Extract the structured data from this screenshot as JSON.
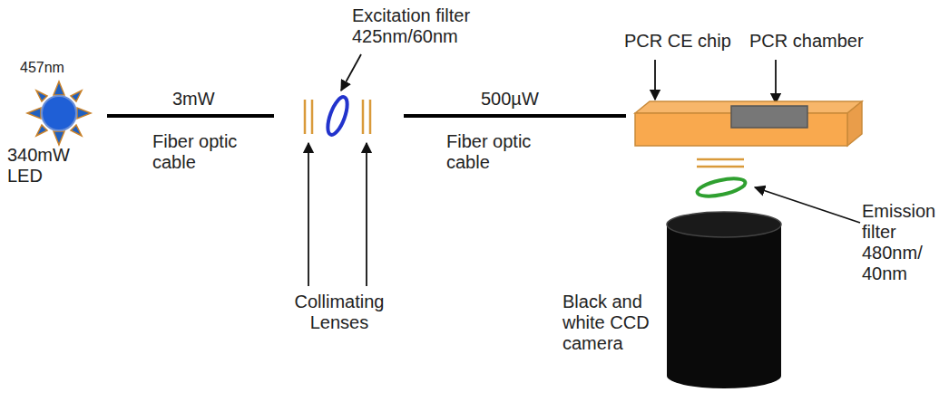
{
  "diagram": {
    "labels": [
      "457nm",
      "340mW LED",
      "3mW",
      "Fiber optic cable",
      "Excitation filter 425nm/60nm",
      "Collimating Lenses",
      "500µW",
      "Fiber optic cable",
      "PCR CE chip",
      "PCR chamber",
      "Emission filter 480nm/ 40nm",
      "Black and white CCD camera"
    ]
  }
}
